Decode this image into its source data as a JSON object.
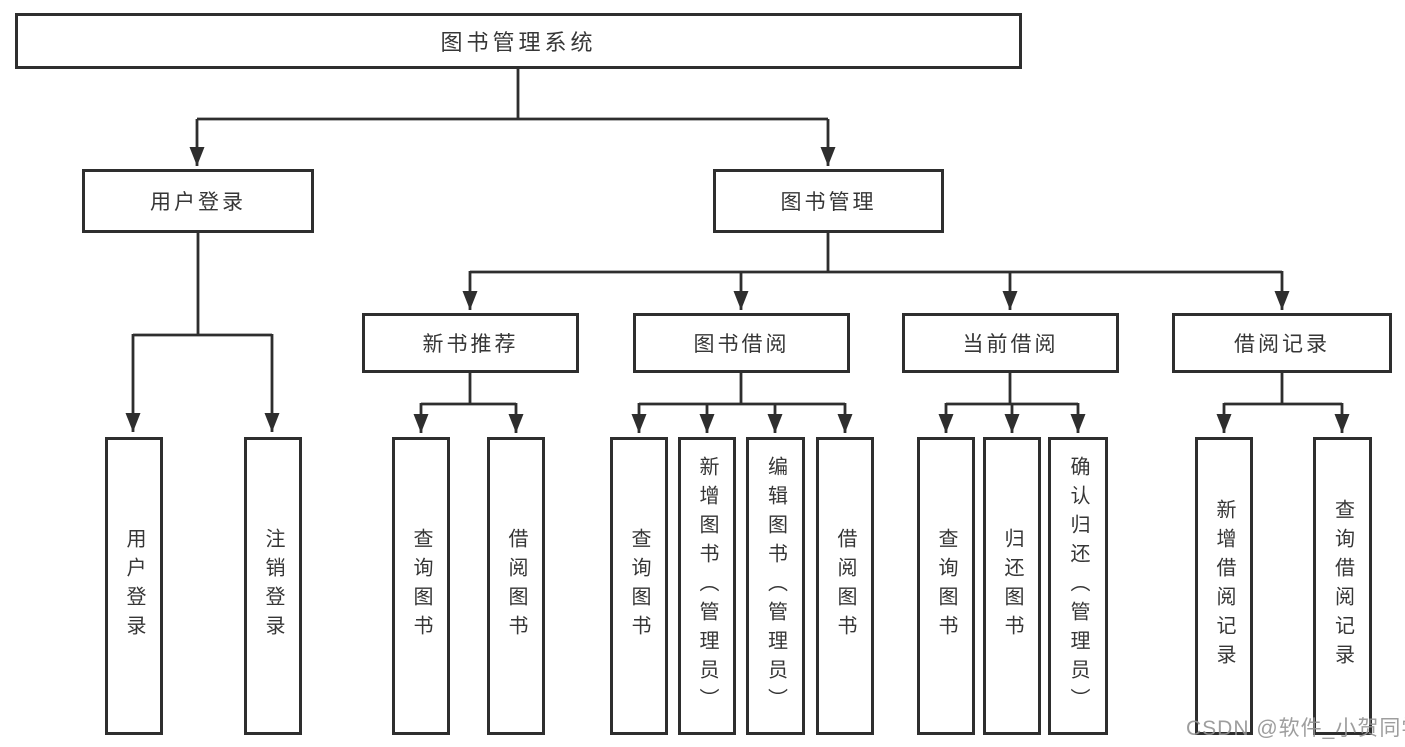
{
  "colors": {
    "line": "#2e2e2e",
    "box_border": "#2e2e2e",
    "text": "#363636",
    "watermark": "#949494",
    "background": "#ffffff"
  },
  "diagram": {
    "root": {
      "label": "图书管理系统"
    },
    "branches": [
      {
        "label": "用户登录",
        "children": [
          {
            "label": "用户登录"
          },
          {
            "label": "注销登录"
          }
        ]
      },
      {
        "label": "图书管理",
        "children": [
          {
            "label": "新书推荐",
            "children": [
              {
                "label": "查询图书"
              },
              {
                "label": "借阅图书"
              }
            ]
          },
          {
            "label": "图书借阅",
            "children": [
              {
                "label": "查询图书"
              },
              {
                "label": "新增图书（管理员）"
              },
              {
                "label": "编辑图书（管理员）"
              },
              {
                "label": "借阅图书"
              }
            ]
          },
          {
            "label": "当前借阅",
            "children": [
              {
                "label": "查询图书"
              },
              {
                "label": "归还图书"
              },
              {
                "label": "确认归还（管理员）"
              }
            ]
          },
          {
            "label": "借阅记录",
            "children": [
              {
                "label": "新增借阅记录"
              },
              {
                "label": "查询借阅记录"
              }
            ]
          }
        ]
      }
    ]
  },
  "watermark": {
    "text": "CSDN @软件_小贺同学"
  }
}
